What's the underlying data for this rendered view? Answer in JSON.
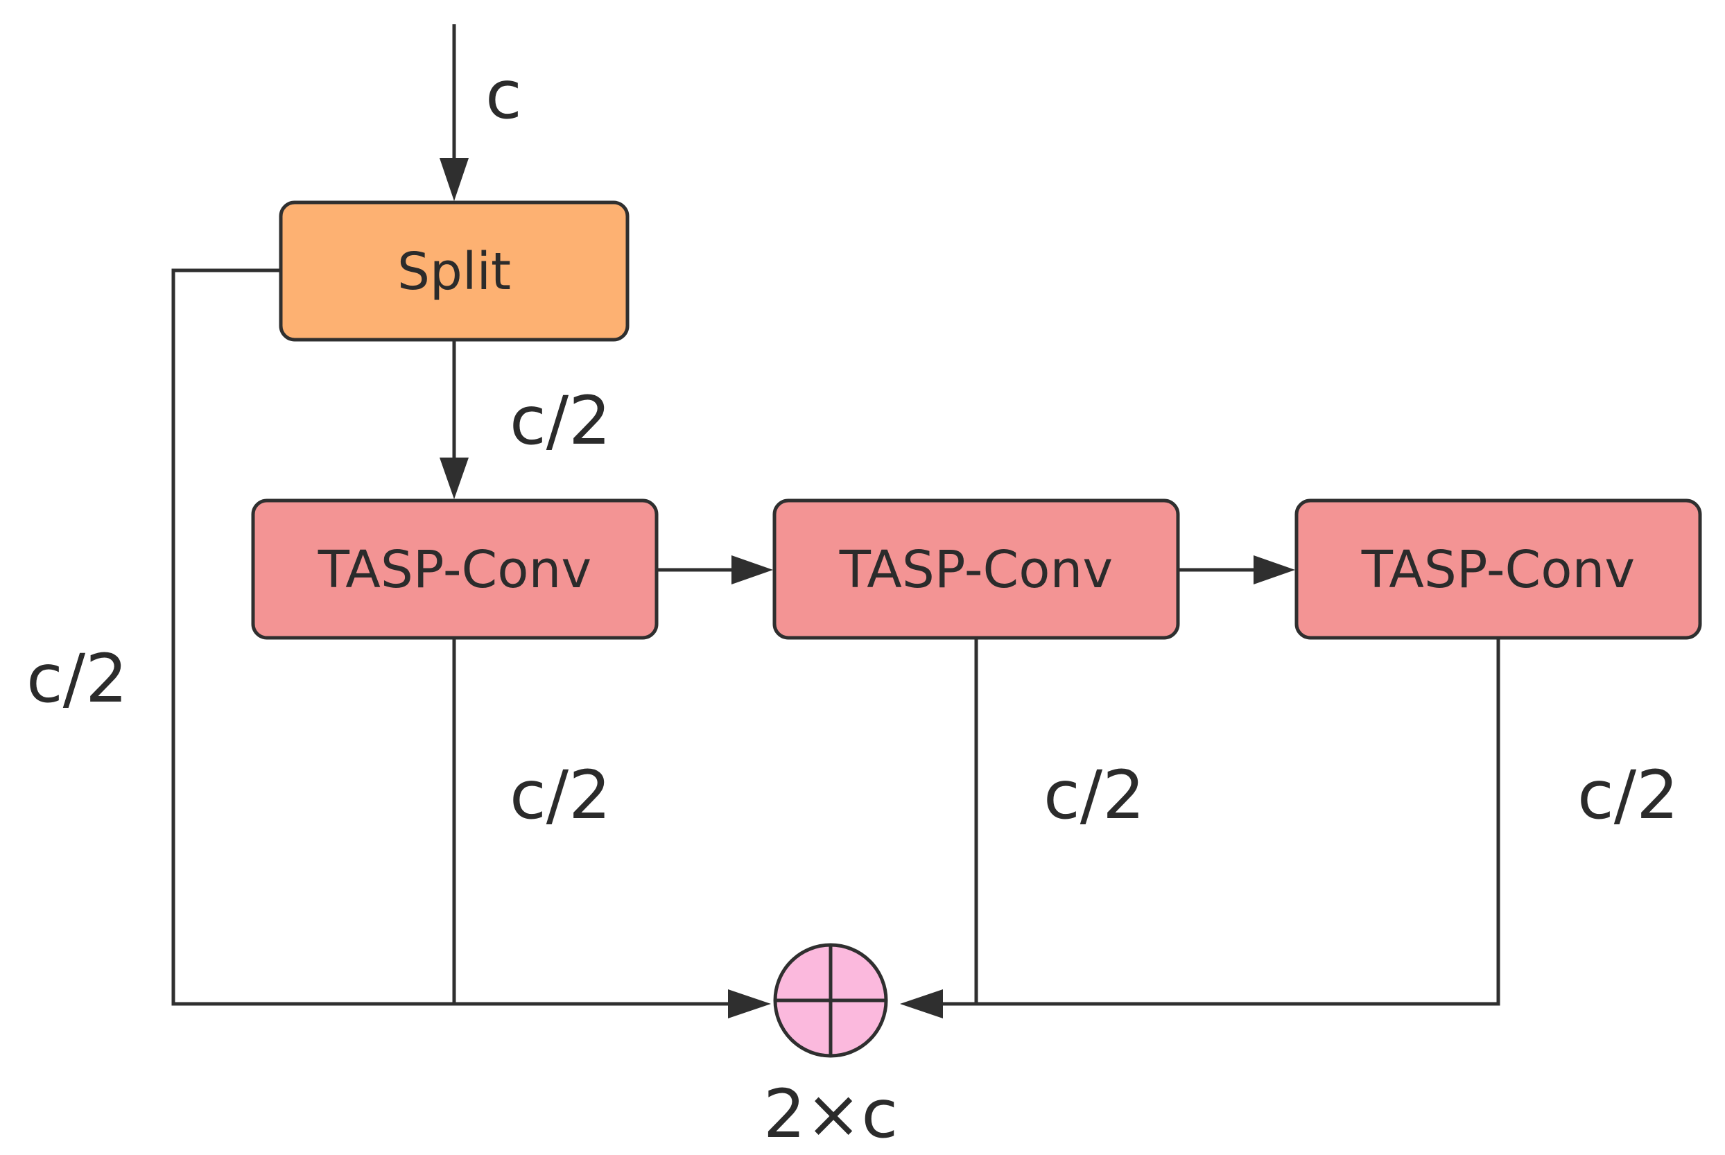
{
  "colors": {
    "split_fill": "#fdb172",
    "conv_fill": "#f39494",
    "sum_fill": "#fbb9dd",
    "stroke": "#2f2f2f"
  },
  "nodes": {
    "split": "Split",
    "conv_1": "TASP-Conv",
    "conv_2": "TASP-Conv",
    "conv_3": "TASP-Conv"
  },
  "edge_labels": {
    "input": "c",
    "split_to_conv": "c/2",
    "bypass": "c/2",
    "conv_1_out": "c/2",
    "conv_2_out": "c/2",
    "conv_3_out": "c/2",
    "output": "2×c"
  },
  "icons": {
    "sum": "circled-plus-icon"
  }
}
